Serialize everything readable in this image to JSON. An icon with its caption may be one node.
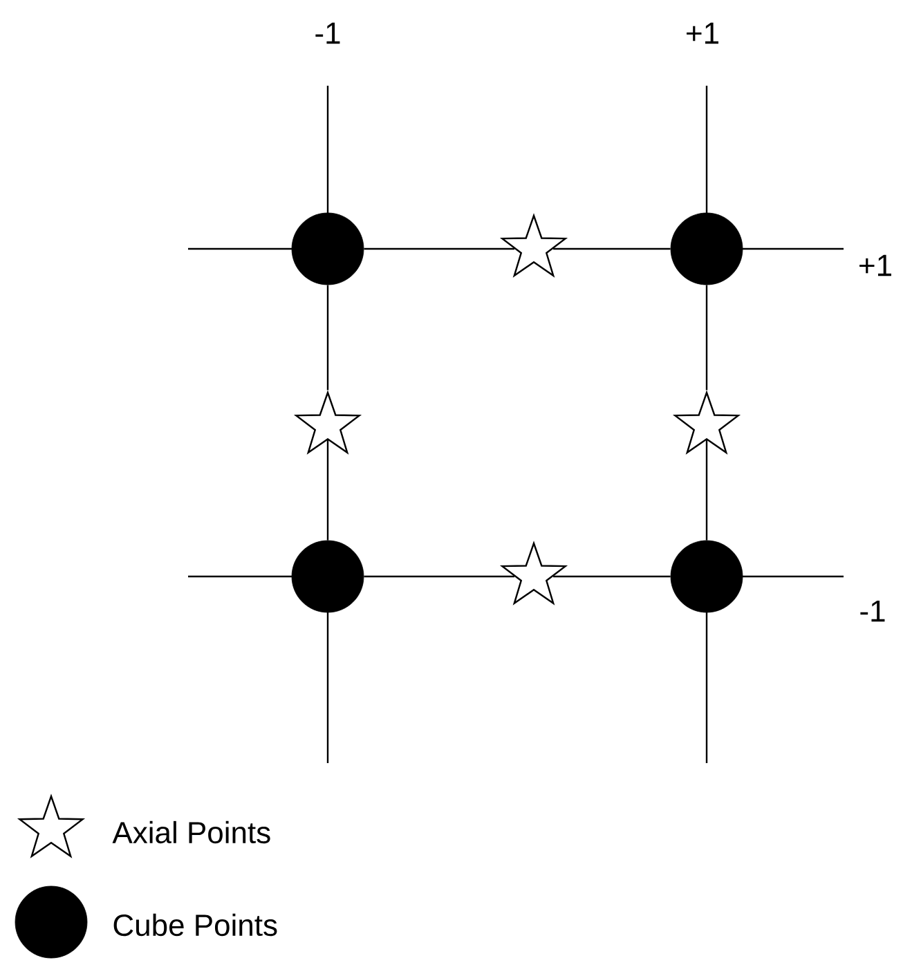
{
  "diagram": {
    "nodes": [
      {
        "text": [],
        "shape": "circle"
      },
      {
        "text": [],
        "shape": "star"
      },
      {
        "text": [],
        "shape": "circle"
      },
      {
        "text": [],
        "shape": "star"
      },
      {
        "text": [],
        "shape": "star"
      },
      {
        "text": [],
        "shape": "circle"
      },
      {
        "text": [],
        "shape": "star"
      },
      {
        "text": [],
        "shape": "circle"
      }
    ],
    "edges": [
      {
        "from": 0,
        "to": 1,
        "arrow": "none"
      },
      {
        "from": 1,
        "to": 2,
        "arrow": "none"
      },
      {
        "from": 0,
        "to": 3,
        "arrow": "none"
      },
      {
        "from": 3,
        "to": 5,
        "arrow": "none"
      },
      {
        "from": 2,
        "to": 4,
        "arrow": "none"
      },
      {
        "from": 4,
        "to": 7,
        "arrow": "none"
      },
      {
        "from": 5,
        "to": 6,
        "arrow": "none"
      },
      {
        "from": 6,
        "to": 7,
        "arrow": "none"
      }
    ],
    "labels": [
      "-1",
      "+1",
      "+1",
      "-1"
    ],
    "legend": [
      {
        "text": "Axial Points"
      },
      {
        "text": "Cube Points"
      }
    ]
  }
}
